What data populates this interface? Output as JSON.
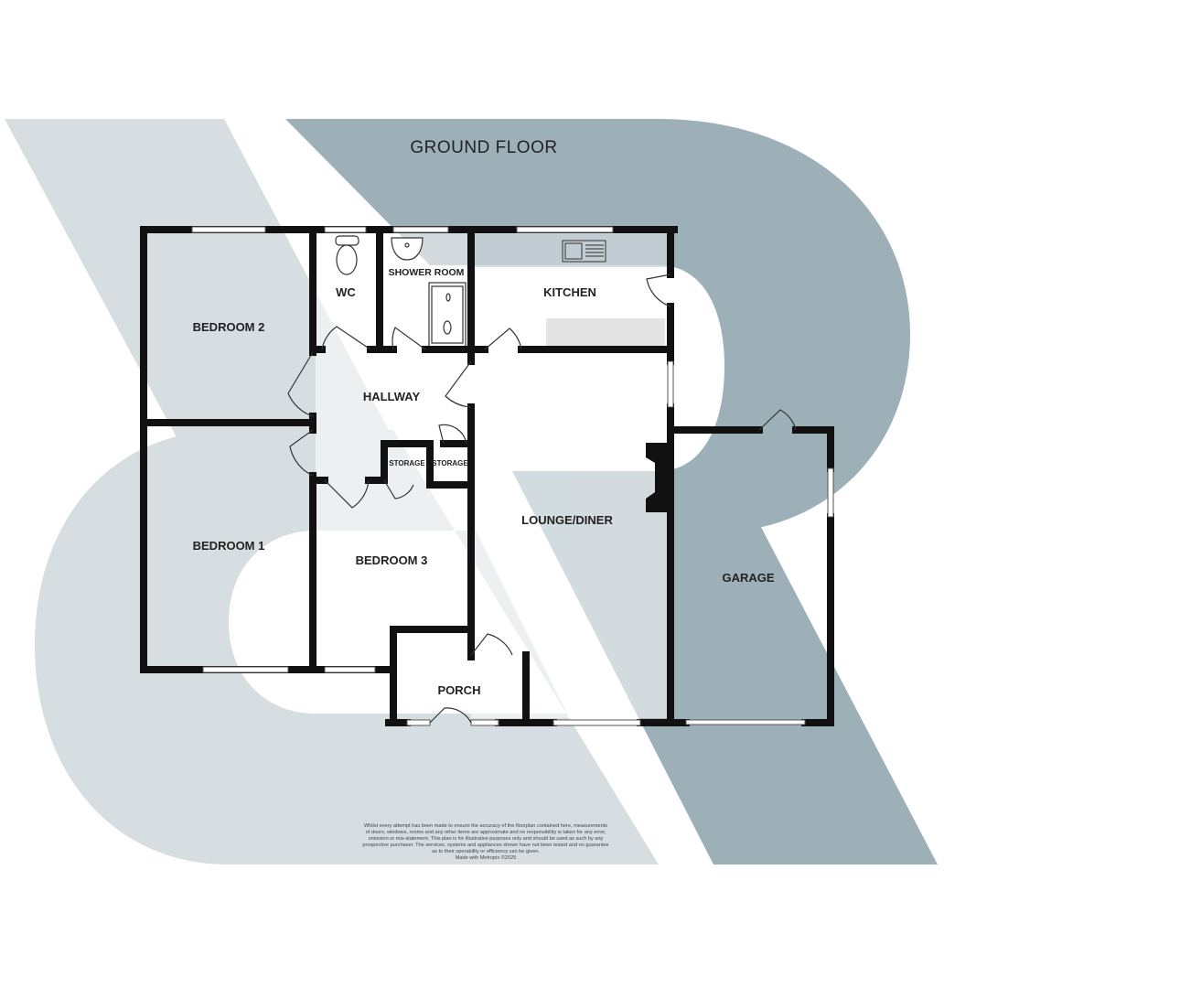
{
  "plan": {
    "title": "GROUND FLOOR",
    "rooms": {
      "bedroom2": "BEDROOM 2",
      "wc": "WC",
      "shower_room": "SHOWER ROOM",
      "kitchen": "KITCHEN",
      "hallway": "HALLWAY",
      "storage1": "STORAGE",
      "storage2": "STORAGE",
      "bedroom1": "BEDROOM 1",
      "bedroom3": "BEDROOM 3",
      "lounge_diner": "LOUNGE/DINER",
      "garage": "GARAGE",
      "porch": "PORCH"
    },
    "disclaimer": [
      "Whilst every attempt has been made to ensure the accuracy of the floorplan contained here, measurements",
      "of doors, windows, rooms and any other items are approximate and no responsibility is taken for any error,",
      "omission or mis-statement. This plan is for illustrative purposes only and should be used as such by any",
      "prospective purchaser. The services, systems and appliances shown have not been tested and no guarantee",
      "as to their operability or efficiency can be given.",
      "Made with Metropix ©2025"
    ]
  },
  "colors": {
    "watermark_light": "#d6dee1",
    "watermark_dark": "#9db0b8",
    "wall": "#111111"
  }
}
